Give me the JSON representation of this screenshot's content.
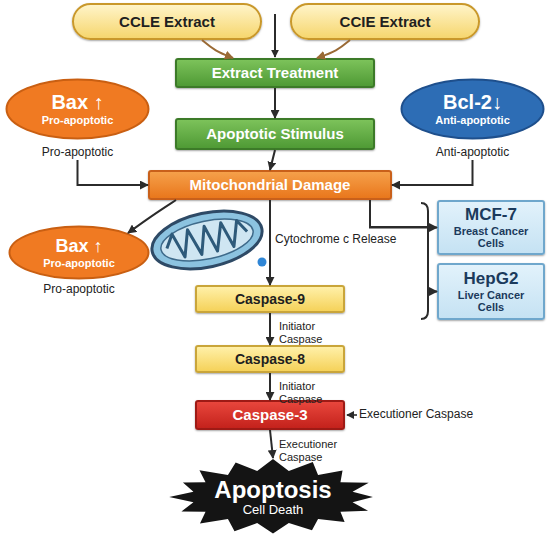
{
  "diagram": {
    "nodes": [
      {
        "text": [
          "CCLE Extract"
        ]
      },
      {
        "text": [
          "CCIE Extract"
        ]
      },
      {
        "text": [
          "Extract Treatment"
        ]
      },
      {
        "text": [
          "Bax ↑",
          "Pro-apoptotic",
          "Pro-apoptotic"
        ]
      },
      {
        "text": [
          "Apoptotic Stimulus"
        ]
      },
      {
        "text": [
          "Bcl-2↓",
          "Anti-apoptotic",
          "Anti-apoptotic"
        ]
      },
      {
        "text": [
          "Mitochondrial Damage"
        ]
      },
      {
        "text": [
          "Bax ↑",
          "Pro-apoptotic",
          "Pro-apoptotic"
        ]
      },
      {
        "text": [
          "MCF-7",
          "Breast Cancer Cells"
        ]
      },
      {
        "text": [
          "HepG2",
          "Liver Cancer Cells"
        ]
      },
      {
        "text": [
          "Caspase-9"
        ]
      },
      {
        "text": [
          "Caspase-8"
        ]
      },
      {
        "text": [
          "Caspase-3"
        ]
      },
      {
        "text": [
          "Apoptosis",
          "Cell Death"
        ]
      }
    ],
    "edges": [
      {
        "from": 0,
        "to": 2,
        "arrow": "to"
      },
      {
        "from": 1,
        "to": 2,
        "arrow": "to"
      },
      {
        "from": 2,
        "to": 4,
        "arrow": "to"
      },
      {
        "from": 3,
        "to": 6,
        "arrow": "to"
      },
      {
        "from": 5,
        "to": 6,
        "arrow": "to"
      },
      {
        "from": 4,
        "to": 6,
        "arrow": "to"
      },
      {
        "from": 6,
        "to": 7,
        "arrow": "to"
      },
      {
        "from": 6,
        "to": 10,
        "arrow": "to",
        "label": "Cytochrome c Release"
      },
      {
        "from": 6,
        "to": 8,
        "arrow": "to"
      },
      {
        "from": 6,
        "to": 9,
        "arrow": "to"
      },
      {
        "from": 10,
        "to": 11,
        "arrow": "to",
        "label": "Initiator Caspase"
      },
      {
        "from": 11,
        "to": 12,
        "arrow": "to",
        "label": "Initiator Caspase"
      },
      {
        "from": 12,
        "to": 13,
        "arrow": "to",
        "label": "Executioner Caspase"
      }
    ],
    "labels": [
      "Executioner Caspase"
    ]
  }
}
